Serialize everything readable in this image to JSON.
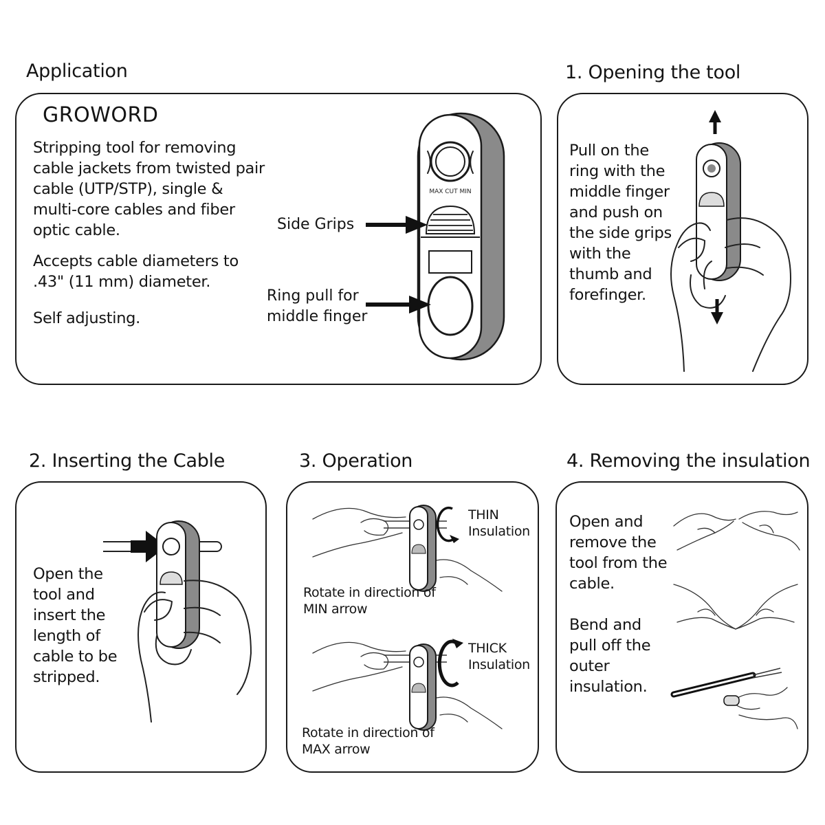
{
  "application": {
    "heading": "Application",
    "brand": "GROWORD",
    "description": "Stripping tool for removing cable jackets from twisted pair cable (UTP/STP), single & multi-core cables and fiber optic cable.",
    "diameter": "Accepts cable diameters to .43\" (11 mm) diameter.",
    "self_adjusting": "Self adjusting.",
    "side_grips_label": "Side Grips",
    "ring_pull_label": "Ring pull for middle finger",
    "tool_marking": "MAX CUT MIN"
  },
  "step1": {
    "heading": "1.  Opening the tool",
    "text": "Pull on the ring with the middle finger and push on the side grips with the thumb and forefinger."
  },
  "step2": {
    "heading": "2.  Inserting the Cable",
    "text": "Open the tool and insert the length of cable to be stripped."
  },
  "step3": {
    "heading": "3.  Operation",
    "thin_label": "THIN Insulation",
    "thin_caption": "Rotate in direction of MIN arrow",
    "thick_label": "THICK Insulation",
    "thick_caption": "Rotate in direction of MAX arrow"
  },
  "step4": {
    "heading": "4.  Removing the insulation",
    "text_open": "Open and remove the tool from the cable.",
    "text_bend": "Bend and pull off the outer insulation."
  },
  "icons": [
    "cable-stripper-tool-icon",
    "arrow-right-icon",
    "arrow-up-icon",
    "arrow-down-icon",
    "hand-icon",
    "rotate-arrow-icon",
    "cable-icon"
  ],
  "colors": {
    "ink": "#141414",
    "tool_gray": "#8a8a8a",
    "background": "#ffffff"
  }
}
